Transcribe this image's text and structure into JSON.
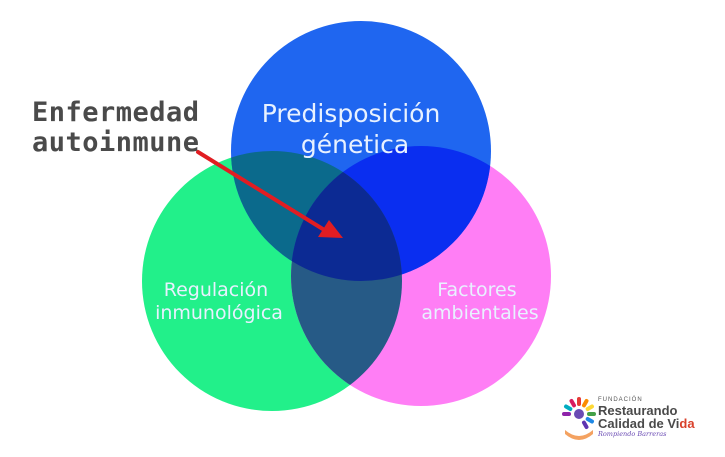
{
  "diagram": {
    "circles": [
      {
        "id": "genetic",
        "label_lines": [
          "Predisposición",
          "génetica"
        ],
        "color": "#1f66f0"
      },
      {
        "id": "immune",
        "label_lines": [
          "Regulación",
          "inmunológica"
        ],
        "color": "#22f08a"
      },
      {
        "id": "environment",
        "label_lines": [
          "Factores",
          "ambientales"
        ],
        "color": "#ff7ef5"
      }
    ],
    "overlap_colors": {
      "genetic_immune": "#0b6a8c",
      "genetic_environment": "#0a2ef0",
      "immune_environment": "#265a86",
      "center": "#0c2a93"
    },
    "callout": {
      "lines": [
        "Enfermedad",
        "autoinmune"
      ],
      "arrow_color": "#e11d22"
    }
  },
  "logo": {
    "small_text": "FUNDACIÓN",
    "line1": "Restaurando",
    "line2_prefix": "Calidad de Vi",
    "line2_accent": "da",
    "tagline": "Rompiendo Barreras"
  }
}
